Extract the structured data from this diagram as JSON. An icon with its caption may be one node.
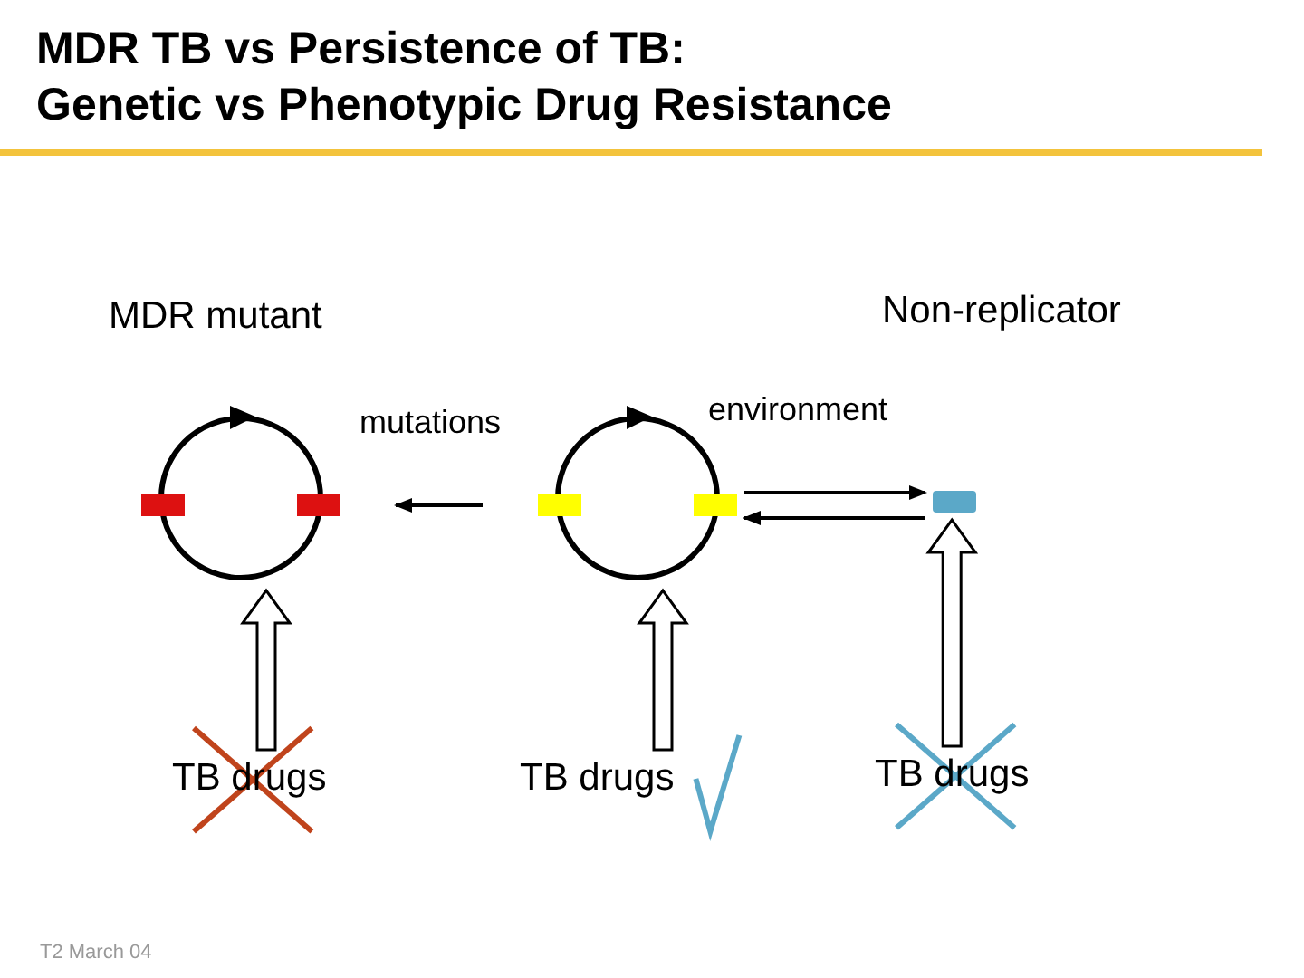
{
  "diagram": {
    "title": "MDR TB vs Persistence of TB: Genetic vs Phenotypic Drug Resistance",
    "nodes": [
      {
        "text": [],
        "shape": "circle",
        "beside": [
          "MDR mutant"
        ]
      },
      {
        "text": [],
        "shape": "circle"
      },
      {
        "text": [],
        "shape": "bar"
      },
      {
        "text": [
          "TB drugs"
        ]
      },
      {
        "text": [
          "TB drugs"
        ]
      },
      {
        "text": [
          "TB drugs"
        ]
      }
    ],
    "edges": [
      {
        "from": 1,
        "to": 0,
        "arrow": "to",
        "label": "mutations"
      },
      {
        "from": 1,
        "to": 2,
        "arrow": "to",
        "label": "environment"
      },
      {
        "from": 2,
        "to": 1,
        "arrow": "to"
      },
      {
        "from": 3,
        "to": 0,
        "arrow": "to",
        "style": "thick"
      },
      {
        "from": 4,
        "to": 1,
        "arrow": "to",
        "style": "thick"
      },
      {
        "from": 5,
        "to": 2,
        "arrow": "to",
        "style": "thick"
      }
    ],
    "labels": [
      "Non-replicator",
      "T2 March 04"
    ]
  }
}
